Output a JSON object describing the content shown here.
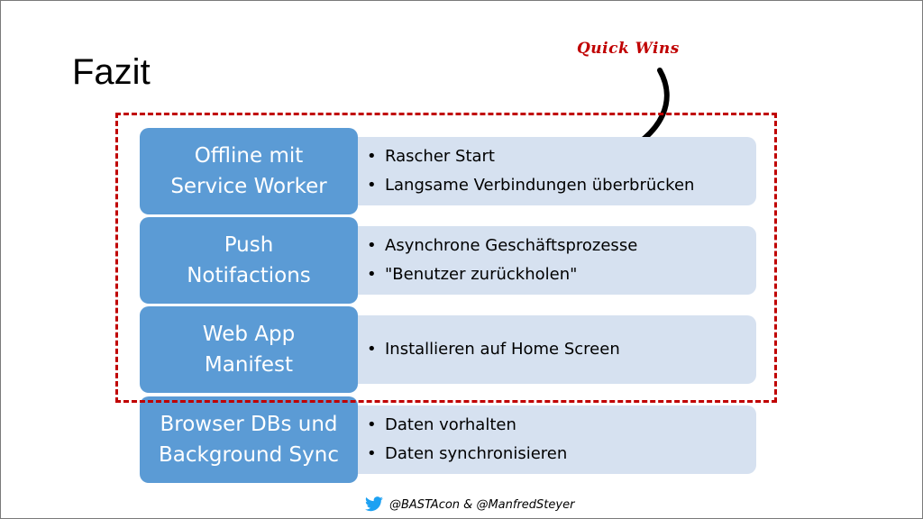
{
  "slide": {
    "title": "Fazit",
    "callout": "Quick Wins",
    "rows": [
      {
        "heading": "Offline mit\nService Worker",
        "bullets": [
          "Rascher Start",
          "Langsame Verbindungen überbrücken"
        ]
      },
      {
        "heading": "Push\nNotifactions",
        "bullets": [
          "Asynchrone Geschäftsprozesse",
          "\"Benutzer zurückholen\""
        ]
      },
      {
        "heading": "Web App\nManifest",
        "bullets": [
          "Installieren auf Home Screen"
        ]
      },
      {
        "heading": "Browser DBs und\nBackground Sync",
        "bullets": [
          "Daten vorhalten",
          "Daten synchronisieren"
        ]
      }
    ],
    "footer": "@BASTAcon & @ManfredSteyer"
  },
  "colors": {
    "heading_box": "#5b9bd5",
    "detail_box": "#d6e1f0",
    "highlight": "#c00000",
    "twitter": "#1da1f2"
  },
  "icons": [
    "curved-arrow-icon",
    "twitter-bird-icon"
  ]
}
